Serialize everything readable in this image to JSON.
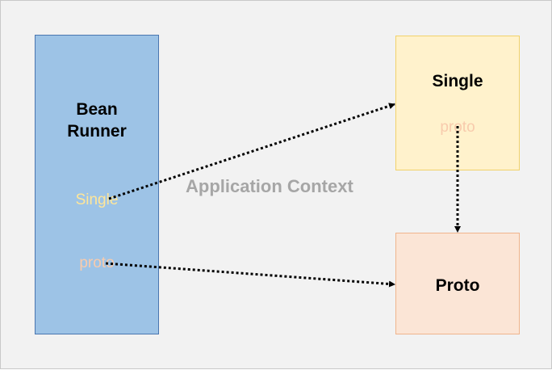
{
  "bean_runner": {
    "title_line1": "Bean",
    "title_line2": "Runner",
    "single_label": "Single",
    "proto_label": "proto"
  },
  "context_label": "Application Context",
  "single_bean": {
    "title": "Single",
    "proto_label": "proto"
  },
  "proto_bean": {
    "title": "Proto"
  },
  "colors": {
    "background": "#f2f2f2",
    "runner_fill": "#9dc3e6",
    "single_fill": "#fff2cc",
    "proto_fill": "#fbe5d6",
    "arrow": "#000000"
  }
}
